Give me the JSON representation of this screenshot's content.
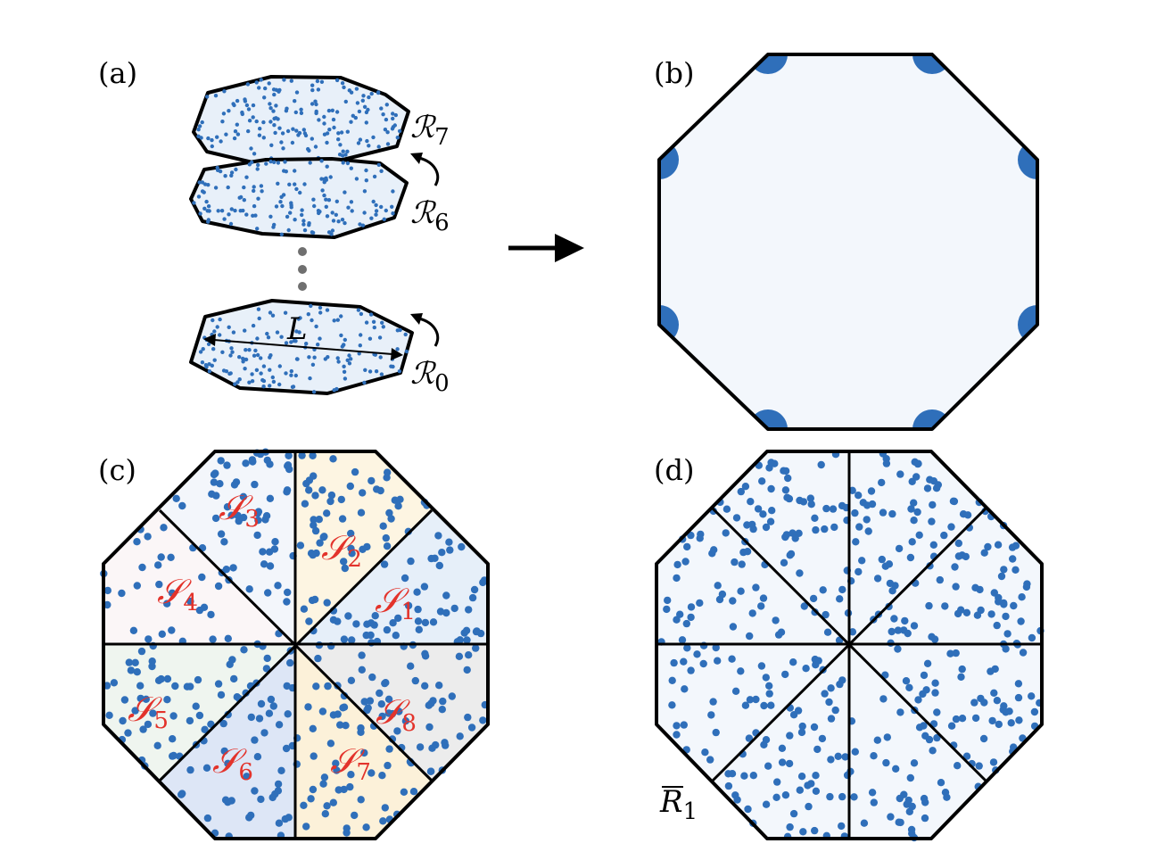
{
  "panels": {
    "a": {
      "label": "(a)"
    },
    "b": {
      "label": "(b)"
    },
    "c": {
      "label": "(c)"
    },
    "d": {
      "label": "(d)"
    }
  },
  "layers": {
    "top": {
      "symbol": "ℛ",
      "sub": "7"
    },
    "second": {
      "symbol": "ℛ",
      "sub": "6"
    },
    "bottom": {
      "symbol": "ℛ",
      "sub": "0"
    },
    "length_label": "L"
  },
  "sectors": [
    {
      "symbol": "𝒮",
      "sub": "1",
      "tint": "#e6eff9"
    },
    {
      "symbol": "𝒮",
      "sub": "2",
      "tint": "#fdf5e2"
    },
    {
      "symbol": "𝒮",
      "sub": "3",
      "tint": "#f3f6fb"
    },
    {
      "symbol": "𝒮",
      "sub": "4",
      "tint": "#fbf6f7"
    },
    {
      "symbol": "𝒮",
      "sub": "5",
      "tint": "#eff5ef"
    },
    {
      "symbol": "𝒮",
      "sub": "6",
      "tint": "#dde6f6"
    },
    {
      "symbol": "𝒮",
      "sub": "7",
      "tint": "#fcf1d9"
    },
    {
      "symbol": "𝒮",
      "sub": "8",
      "tint": "#ececec"
    }
  ],
  "region_d": {
    "symbol": "R",
    "sub": "1"
  },
  "colors": {
    "dot": "#2f6fba",
    "fill": "#f3f7fc",
    "layer_fill": "#e8f0f9",
    "sector_label": "#e3332b",
    "ellipsis": "#6f6f6f"
  }
}
